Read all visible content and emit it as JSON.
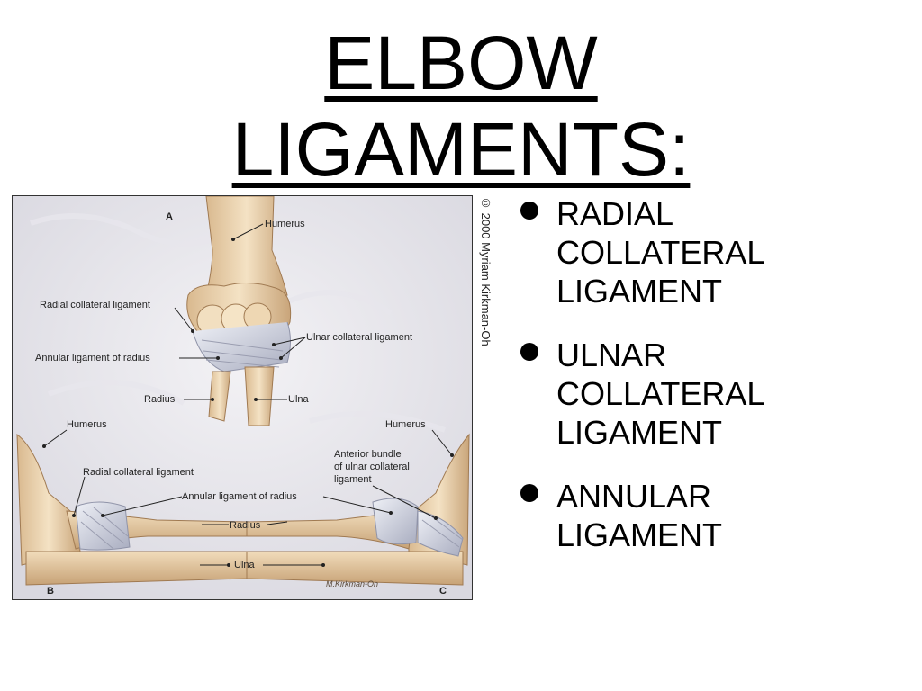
{
  "title": {
    "line1": "ELBOW",
    "line2": "LIGAMENTS:"
  },
  "copyright": "© 2000 Myriam Kirkman-Oh",
  "bullets": [
    {
      "lines": [
        "RADIAL",
        "COLLATERAL",
        "LIGAMENT"
      ]
    },
    {
      "lines": [
        "ULNAR",
        "COLLATERAL",
        "LIGAMENT"
      ]
    },
    {
      "lines": [
        "ANNULAR",
        "LIGAMENT"
      ]
    }
  ],
  "figure": {
    "panel_a": "A",
    "panel_b": "B",
    "panel_c": "C",
    "labels": {
      "a_humerus": "Humerus",
      "a_radial_collateral": "Radial collateral ligament",
      "a_ulnar_collateral": "Ulnar collateral ligament",
      "a_annular": "Annular ligament of radius",
      "a_radius": "Radius",
      "a_ulna": "Ulna",
      "b_humerus": "Humerus",
      "c_humerus": "Humerus",
      "b_radial_collateral": "Radial collateral ligament",
      "c_anterior_bundle_1": "Anterior bundle",
      "c_anterior_bundle_2": "of ulnar collateral",
      "c_anterior_bundle_3": "ligament",
      "bc_annular": "Annular ligament of radius",
      "bc_radius": "Radius",
      "bc_ulna": "Ulna",
      "signature": "M.Kirkman-Oh"
    }
  }
}
